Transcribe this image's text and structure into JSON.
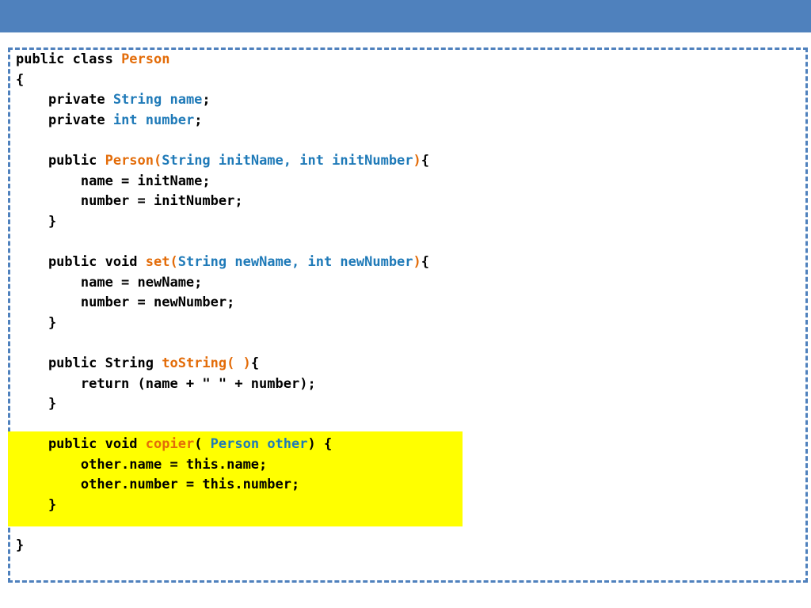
{
  "colors": {
    "header_bar": "#4f81bd",
    "frame_border": "#4f81bd",
    "highlight": "#ffff00",
    "keyword_text": "#000000",
    "orange_token": "#e36c09",
    "blue_token": "#1f7ab8"
  },
  "code_lines": [
    [
      [
        "default",
        "public class "
      ],
      [
        "orange",
        "Person"
      ]
    ],
    [
      [
        "default",
        "{"
      ]
    ],
    [
      [
        "default",
        "    private "
      ],
      [
        "blue",
        "String name"
      ],
      [
        "default",
        ";"
      ]
    ],
    [
      [
        "default",
        "    private "
      ],
      [
        "blue",
        "int number"
      ],
      [
        "default",
        ";"
      ]
    ],
    [],
    [
      [
        "default",
        "    public "
      ],
      [
        "orange",
        "Person("
      ],
      [
        "blue",
        "String initName, int initNumber"
      ],
      [
        "orange",
        ")"
      ],
      [
        "default",
        "{"
      ]
    ],
    [
      [
        "default",
        "        name = initName;"
      ]
    ],
    [
      [
        "default",
        "        number = initNumber;"
      ]
    ],
    [
      [
        "default",
        "    }"
      ]
    ],
    [],
    [
      [
        "default",
        "    public void "
      ],
      [
        "orange",
        "set("
      ],
      [
        "blue",
        "String newName, int newNumber"
      ],
      [
        "orange",
        ")"
      ],
      [
        "default",
        "{"
      ]
    ],
    [
      [
        "default",
        "        name = newName;"
      ]
    ],
    [
      [
        "default",
        "        number = newNumber;"
      ]
    ],
    [
      [
        "default",
        "    }"
      ]
    ],
    [],
    [
      [
        "default",
        "    public String "
      ],
      [
        "orange",
        "toString( )"
      ],
      [
        "default",
        "{"
      ]
    ],
    [
      [
        "default",
        "        return (name + \" \" + number);"
      ]
    ],
    [
      [
        "default",
        "    }"
      ]
    ],
    [],
    [
      [
        "default",
        "    public void "
      ],
      [
        "orange",
        "copier"
      ],
      [
        "default",
        "( "
      ],
      [
        "blue",
        "Person other"
      ],
      [
        "default",
        ") {"
      ]
    ],
    [
      [
        "default",
        "        other.name = this.name;"
      ]
    ],
    [
      [
        "default",
        "        other.number = this.number;"
      ]
    ],
    [
      [
        "default",
        "    }"
      ]
    ],
    [],
    [
      [
        "default",
        "}"
      ]
    ]
  ]
}
